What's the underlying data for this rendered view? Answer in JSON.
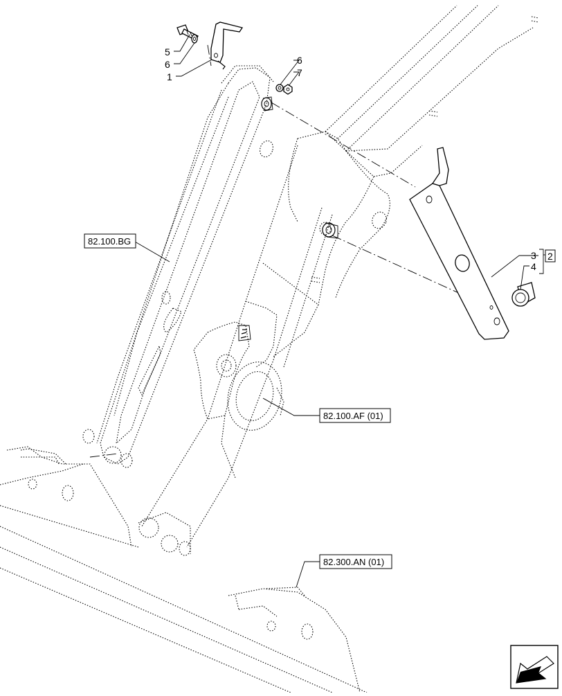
{
  "callouts": {
    "c1": "1",
    "c2": "2",
    "c3": "3",
    "c4": "4",
    "c5": "5",
    "c6a": "6",
    "c6b": "6",
    "c7": "7"
  },
  "references": {
    "ref_bg": "82.100.BG",
    "ref_af": "82.100.AF (01)",
    "ref_an": "82.300.AN (01)"
  },
  "icons": {
    "nav": "navigation-arrow-icon"
  }
}
